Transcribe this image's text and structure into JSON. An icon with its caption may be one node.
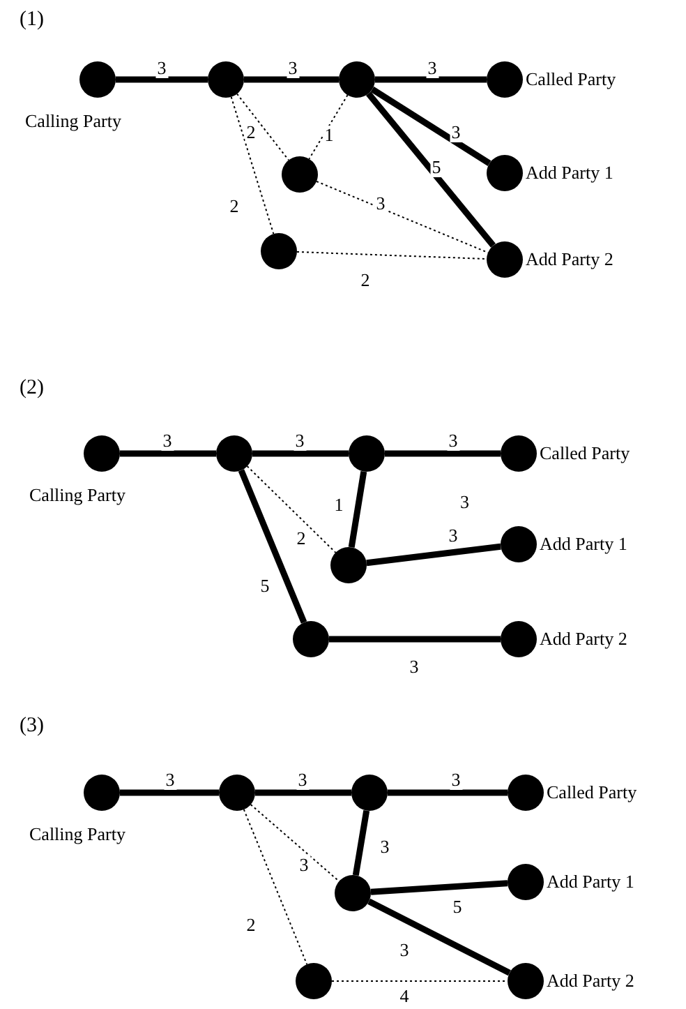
{
  "diagram": {
    "nodes": [
      {
        "text": [],
        "shape": "circle",
        "beside": [
          "Calling Party"
        ]
      },
      {
        "text": [],
        "shape": "circle"
      },
      {
        "text": [],
        "shape": "circle"
      },
      {
        "text": [],
        "shape": "circle",
        "beside": [
          "Called Party"
        ]
      },
      {
        "text": [],
        "shape": "circle"
      },
      {
        "text": [],
        "shape": "circle",
        "beside": [
          "Add Party 1"
        ]
      },
      {
        "text": [],
        "shape": "circle"
      },
      {
        "text": [],
        "shape": "circle",
        "beside": [
          "Add Party 2"
        ]
      },
      {
        "text": [],
        "shape": "circle",
        "beside": [
          "Calling Party"
        ]
      },
      {
        "text": [],
        "shape": "circle"
      },
      {
        "text": [],
        "shape": "circle"
      },
      {
        "text": [],
        "shape": "circle",
        "beside": [
          "Called Party"
        ]
      },
      {
        "text": [],
        "shape": "circle"
      },
      {
        "text": [],
        "shape": "circle",
        "beside": [
          "Add Party 1"
        ]
      },
      {
        "text": [],
        "shape": "circle"
      },
      {
        "text": [],
        "shape": "circle",
        "beside": [
          "Add Party 2"
        ]
      },
      {
        "text": [],
        "shape": "circle",
        "beside": [
          "Calling Party"
        ]
      },
      {
        "text": [],
        "shape": "circle"
      },
      {
        "text": [],
        "shape": "circle"
      },
      {
        "text": [],
        "shape": "circle",
        "beside": [
          "Called Party"
        ]
      },
      {
        "text": [],
        "shape": "circle"
      },
      {
        "text": [],
        "shape": "circle",
        "beside": [
          "Add Party 1"
        ]
      },
      {
        "text": [],
        "shape": "circle"
      },
      {
        "text": [],
        "shape": "circle",
        "beside": [
          "Add Party 2"
        ]
      }
    ],
    "edges": [
      {
        "from": 0,
        "to": 1,
        "arrow": "none",
        "label": "3"
      },
      {
        "from": 1,
        "to": 2,
        "arrow": "none",
        "label": "3"
      },
      {
        "from": 2,
        "to": 3,
        "arrow": "none",
        "label": "3"
      },
      {
        "from": 1,
        "to": 4,
        "arrow": "none",
        "label": "2",
        "style": "dashed"
      },
      {
        "from": 2,
        "to": 4,
        "arrow": "none",
        "label": "1",
        "style": "dashed"
      },
      {
        "from": 2,
        "to": 5,
        "arrow": "none",
        "label": "3"
      },
      {
        "from": 2,
        "to": 7,
        "arrow": "none",
        "label": "5"
      },
      {
        "from": 1,
        "to": 6,
        "arrow": "none",
        "label": "2",
        "style": "dashed"
      },
      {
        "from": 4,
        "to": 7,
        "arrow": "none",
        "label": "3",
        "style": "dashed"
      },
      {
        "from": 6,
        "to": 7,
        "arrow": "none",
        "label": "2",
        "style": "dashed"
      },
      {
        "from": 8,
        "to": 9,
        "arrow": "none",
        "label": "3"
      },
      {
        "from": 9,
        "to": 10,
        "arrow": "none",
        "label": "3"
      },
      {
        "from": 10,
        "to": 11,
        "arrow": "none",
        "label": "3"
      },
      {
        "from": 9,
        "to": 12,
        "arrow": "none",
        "label": "2",
        "style": "dashed"
      },
      {
        "from": 10,
        "to": 12,
        "arrow": "none",
        "label": "1"
      },
      {
        "from": 12,
        "to": 13,
        "arrow": "none",
        "label": "3"
      },
      {
        "from": 9,
        "to": 14,
        "arrow": "none",
        "label": "5"
      },
      {
        "from": 14,
        "to": 15,
        "arrow": "none",
        "label": "3"
      },
      {
        "from": 16,
        "to": 17,
        "arrow": "none",
        "label": "3"
      },
      {
        "from": 17,
        "to": 18,
        "arrow": "none",
        "label": "3"
      },
      {
        "from": 18,
        "to": 19,
        "arrow": "none",
        "label": "3"
      },
      {
        "from": 17,
        "to": 20,
        "arrow": "none",
        "label": "3",
        "style": "dashed"
      },
      {
        "from": 18,
        "to": 20,
        "arrow": "none",
        "label": "3"
      },
      {
        "from": 20,
        "to": 21,
        "arrow": "none",
        "label": "5"
      },
      {
        "from": 17,
        "to": 22,
        "arrow": "none",
        "label": "2",
        "style": "dashed"
      },
      {
        "from": 20,
        "to": 23,
        "arrow": "none",
        "label": "3"
      },
      {
        "from": 22,
        "to": 23,
        "arrow": "none",
        "label": "4",
        "style": "dashed"
      }
    ],
    "labels": [
      "(1)",
      "(2)",
      "3",
      "(3)"
    ]
  }
}
